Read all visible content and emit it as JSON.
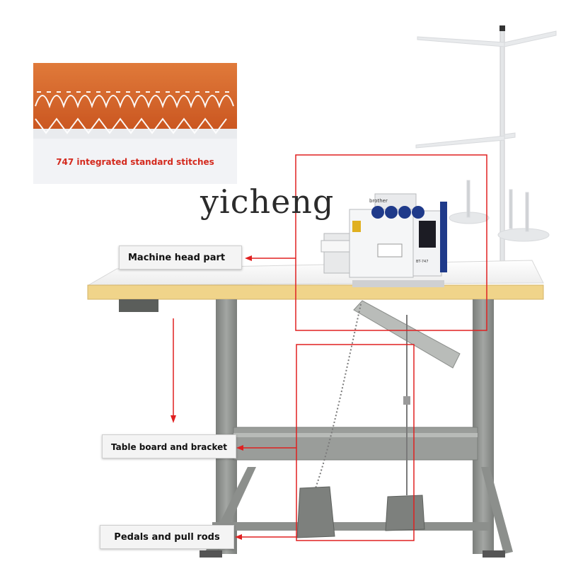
{
  "inset": {
    "caption": "747 integrated standard stitches"
  },
  "watermark": "yicheng",
  "machine": {
    "brand": "brother",
    "model": "BT-747"
  },
  "callouts": {
    "head": "Machine head part",
    "table": "Table board and bracket",
    "pedals": "Pedals and pull rods"
  },
  "colors": {
    "highlight": "#e02020",
    "tabletop": "#f0d48a",
    "frame": "#8c8f8c",
    "fabric": "#d9682b"
  }
}
